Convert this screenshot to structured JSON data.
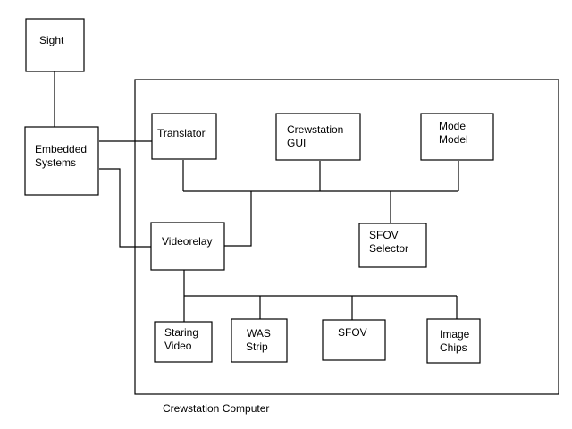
{
  "diagram": {
    "container_label": "Crewstation Computer",
    "nodes": {
      "sight": [
        "Sight"
      ],
      "embedded": [
        "Embedded",
        "Systems"
      ],
      "translator": [
        "Translator"
      ],
      "crewgui": [
        "Crewstation",
        "GUI"
      ],
      "mode": [
        "Mode",
        "Model"
      ],
      "sfovsel": [
        "SFOV",
        "Selector"
      ],
      "videorelay": [
        "Videorelay"
      ],
      "staring": [
        "Staring",
        "Video"
      ],
      "was": [
        "WAS",
        "Strip"
      ],
      "sfov": [
        "SFOV"
      ],
      "chips": [
        "Image",
        "Chips"
      ]
    },
    "edges": [
      [
        "sight",
        "embedded"
      ],
      [
        "embedded",
        "translator"
      ],
      [
        "embedded",
        "videorelay"
      ],
      [
        "translator",
        "bus-upper"
      ],
      [
        "crewgui",
        "bus-upper"
      ],
      [
        "mode",
        "bus-upper"
      ],
      [
        "sfovsel",
        "bus-upper"
      ],
      [
        "videorelay",
        "bus-upper"
      ],
      [
        "videorelay",
        "bus-lower"
      ],
      [
        "staring",
        "bus-lower"
      ],
      [
        "was",
        "bus-lower"
      ],
      [
        "sfov",
        "bus-lower"
      ],
      [
        "chips",
        "bus-lower"
      ]
    ]
  }
}
